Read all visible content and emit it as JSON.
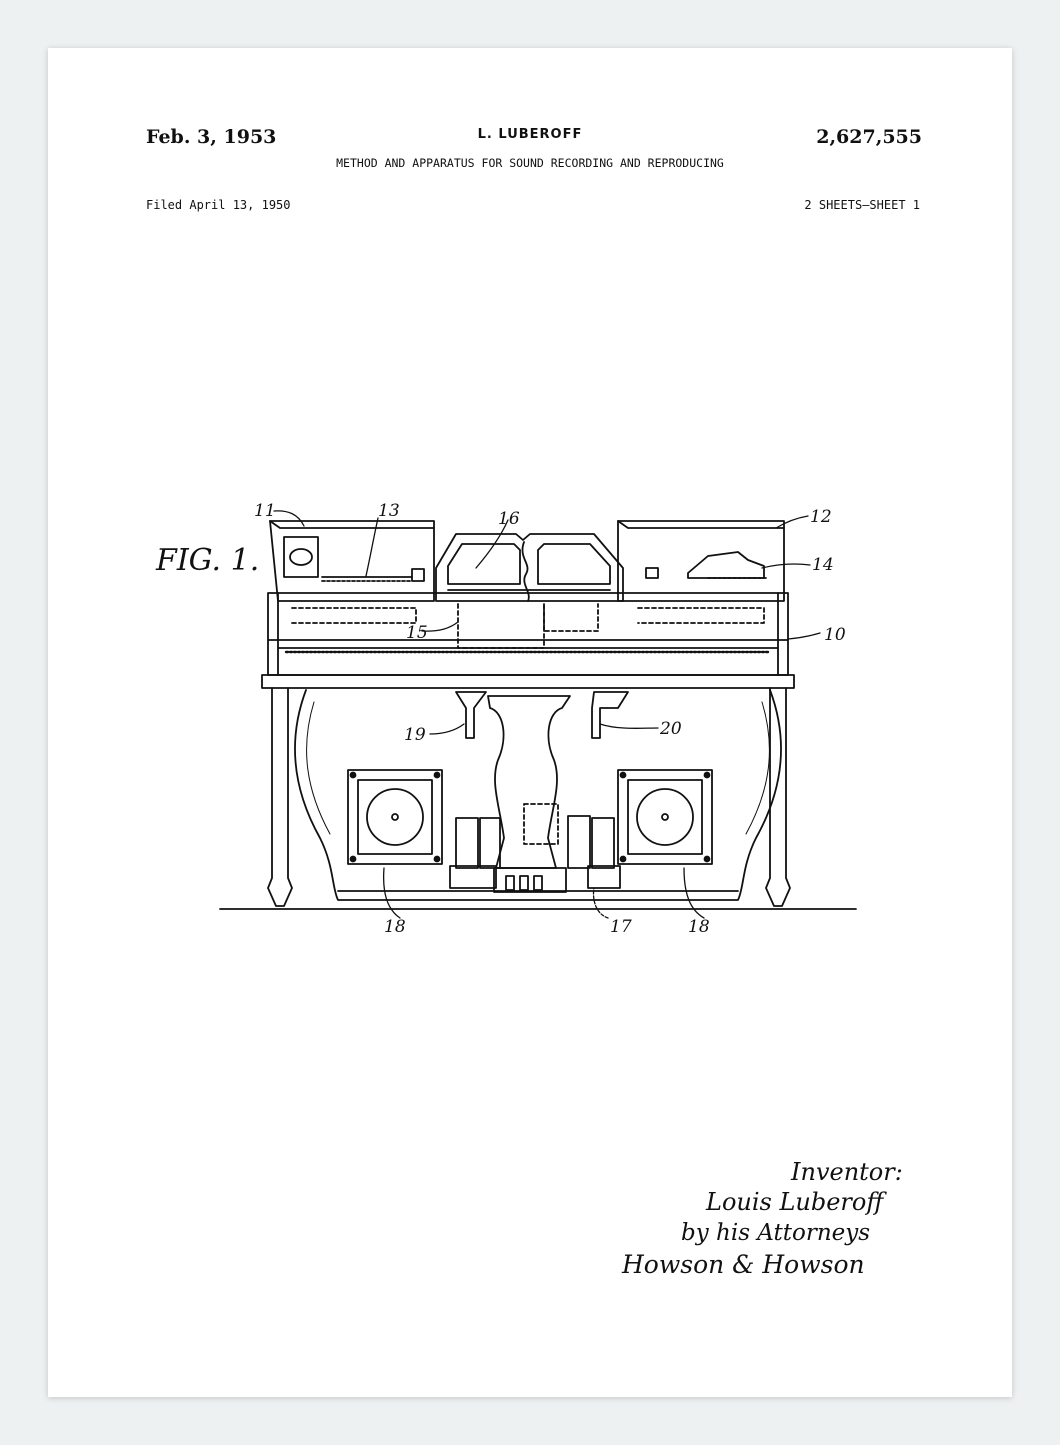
{
  "header": {
    "date": "Feb. 3, 1953",
    "inventor": "L. LUBEROFF",
    "patent_number": "2,627,555",
    "title": "METHOD AND APPARATUS FOR SOUND RECORDING AND REPRODUCING",
    "filed": "Filed April 13, 1950",
    "sheets": "2 SHEETS—SHEET 1"
  },
  "figure": {
    "label": "FIG. 1.",
    "refs": {
      "r10": "10",
      "r11": "11",
      "r12": "12",
      "r13": "13",
      "r14": "14",
      "r15": "15",
      "r16": "16",
      "r17": "17",
      "r18a": "18",
      "r18b": "18",
      "r19": "19",
      "r20": "20"
    }
  },
  "signature": {
    "line1": "Inventor:",
    "line2": "Louis Luberoff",
    "line3": "by his Attorneys",
    "line4": "Howson & Howson"
  }
}
